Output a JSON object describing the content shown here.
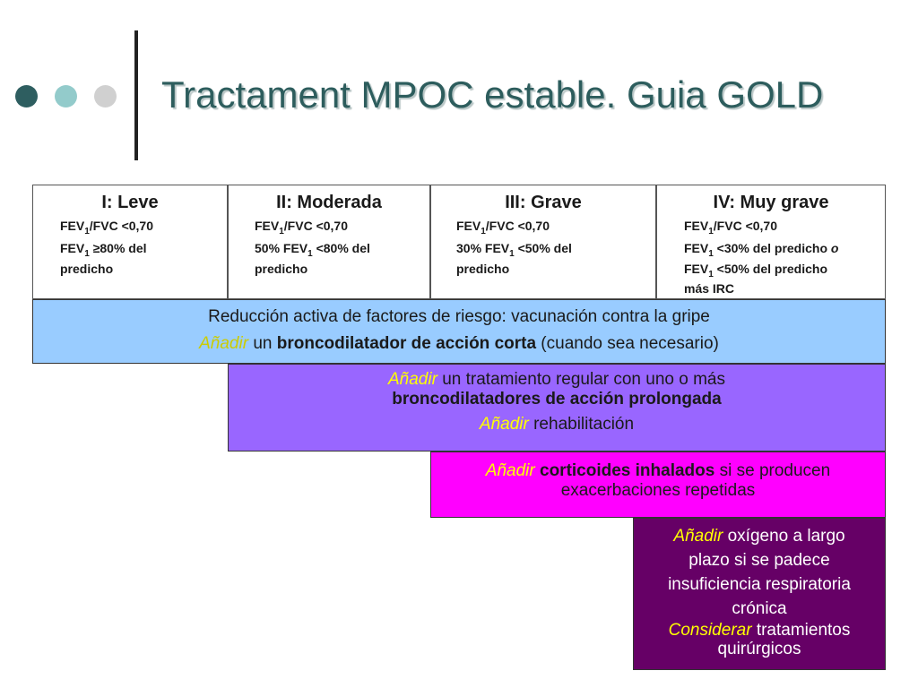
{
  "title": "Tractament MPOC estable. Guia GOLD",
  "stages": [
    {
      "name": "I: Leve",
      "c1": "FEV",
      "c1sub": "1",
      "c1rest": "/FVC <0,70",
      "c2": "FEV",
      "c2sub": "1",
      "c2rest": " ≥80% del",
      "c3": "predicho",
      "c4": "",
      "c4sub": "",
      "c4rest": "",
      "c5": ""
    },
    {
      "name": "II: Moderada",
      "c1": "FEV",
      "c1sub": "1",
      "c1rest": "/FVC <0,70",
      "c2": "50%  FEV",
      "c2sub": "1",
      "c2rest": " <80% del",
      "c3": "predicho",
      "c4": "",
      "c4sub": "",
      "c4rest": "",
      "c5": ""
    },
    {
      "name": "III: Grave",
      "c1": "FEV",
      "c1sub": "1",
      "c1rest": "/FVC <0,70",
      "c2": "30%  FEV",
      "c2sub": "1",
      "c2rest": " <50% del",
      "c3": "predicho",
      "c4": "",
      "c4sub": "",
      "c4rest": "",
      "c5": ""
    },
    {
      "name": "IV: Muy grave",
      "c1": "FEV",
      "c1sub": "1",
      "c1rest": "/FVC <0,70",
      "c2": "FEV",
      "c2sub": "1",
      "c2rest": " <30% del predicho",
      "c2italic": "o",
      "c4": "FEV",
      "c4sub": "1",
      "c4rest": "  <50% del predicho",
      "c5": "más IRC"
    }
  ],
  "row_all": {
    "line1": "Reducción activa de factores de riesgo: vacunación contra la gripe",
    "line2_em": "Añadir",
    "line2_a": " un ",
    "line2_bold": "broncodilatador de acción corta",
    "line2_b": " (cuando sea necesario)"
  },
  "row_moderate": {
    "line1_em": "Añadir",
    "line1_a": " un tratamiento regular con uno o más",
    "line2_bold": "broncodilatadores de acción prolongada",
    "line3_em": "Añadir",
    "line3_a": " rehabilitación"
  },
  "row_grave": {
    "line1_em": "Añadir",
    "line1_bold": " corticoides inhalados",
    "line1_a": " si se producen",
    "line2": "exacerbaciones repetidas"
  },
  "row_muygrave": {
    "line1_em": "Añadir",
    "line1_a": "  oxígeno a largo",
    "line2": "plazo si se padece",
    "line3": "insuficiencia respiratoria",
    "line4": "crónica",
    "line5_em": "Considerar",
    "line5_a": "  tratamientos",
    "line6": "quirúrgicos"
  },
  "colors": {
    "title": "#2d5d5d",
    "row_all_bg": "#99ccff",
    "row_moderate_bg": "#9966ff",
    "row_grave_bg": "#ff00ff",
    "row_muygrave_bg": "#660066",
    "emphasis": "#ffff00"
  }
}
